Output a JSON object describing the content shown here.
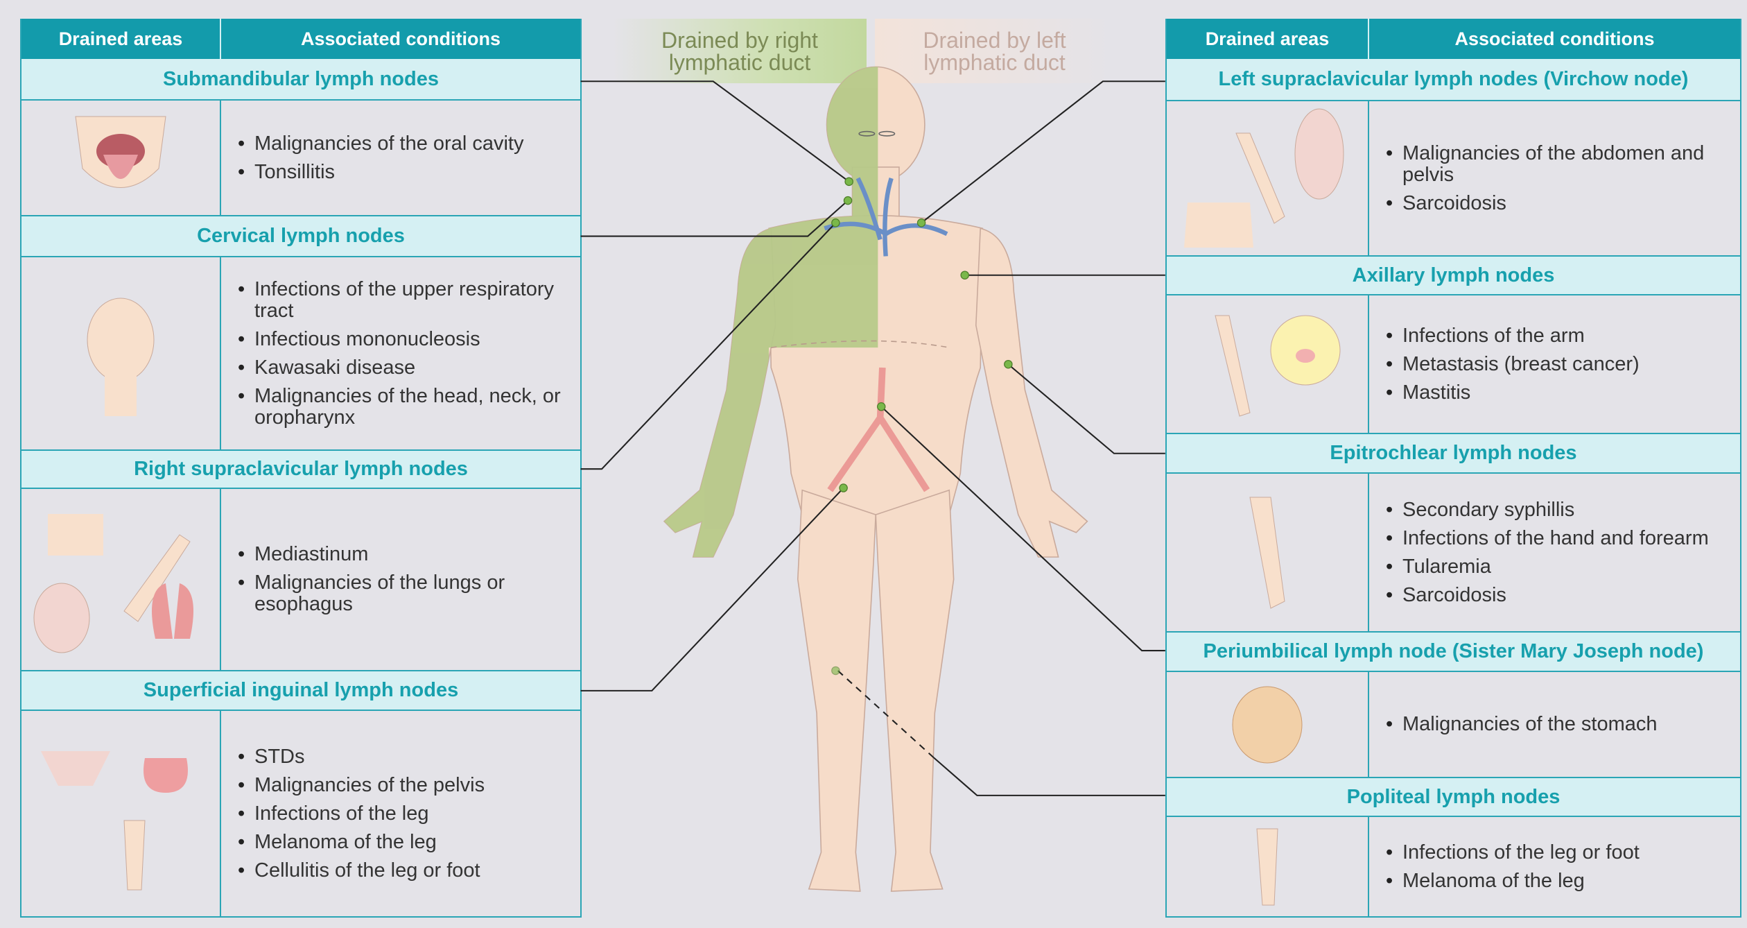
{
  "colors": {
    "header": "#139bab",
    "subheader_bg": "#d5f0f3",
    "subheader_text": "#17a0ad",
    "border": "#2aa5b5",
    "right_duct": "#b7c98a",
    "left_duct": "#f6dcc9",
    "node": "#7ab84a"
  },
  "legend": {
    "right_duct": "Drained by right lymphatic duct",
    "left_duct": "Drained by left lymphatic duct"
  },
  "left_table": {
    "col_areas": "Drained areas",
    "col_conditions": "Associated conditions",
    "sections": [
      {
        "title": "Submandibular lymph nodes",
        "illustration": "open-mouth-illustration",
        "conditions": [
          "Malignancies of the oral cavity",
          "Tonsillitis"
        ]
      },
      {
        "title": "Cervical lymph nodes",
        "illustration": "head-illustration",
        "conditions": [
          "Infections of the upper respiratory tract",
          "Infectious mononucleosis",
          "Kawasaki disease",
          "Malignancies of the head, neck, or oropharynx"
        ]
      },
      {
        "title": "Right supraclavicular lymph nodes",
        "illustration": "lungs-arm-illustration",
        "conditions": [
          "Mediastinum",
          "Malignancies of the lungs or esophagus"
        ]
      },
      {
        "title": "Superficial inguinal lymph nodes",
        "illustration": "pelvis-leg-illustration",
        "conditions": [
          "STDs",
          "Malignancies of the pelvis",
          "Infections of the leg",
          "Melanoma of the leg",
          "Cellulitis of the leg or foot"
        ]
      }
    ]
  },
  "right_table": {
    "col_areas": "Drained areas",
    "col_conditions": "Associated conditions",
    "sections": [
      {
        "title": "Left supraclavicular lymph nodes (Virchow node)",
        "illustration": "abdomen-arm-ribcage-illustration",
        "conditions": [
          "Malignancies of the abdomen and pelvis",
          "Sarcoidosis"
        ]
      },
      {
        "title": "Axillary lymph nodes",
        "illustration": "arm-breast-illustration",
        "conditions": [
          "Infections of the arm",
          "Metastasis (breast cancer)",
          "Mastitis"
        ]
      },
      {
        "title": "Epitrochlear lymph nodes",
        "illustration": "forearm-hand-illustration",
        "conditions": [
          "Secondary syphillis",
          "Infections of the hand and forearm",
          "Tularemia",
          "Sarcoidosis"
        ]
      },
      {
        "title": "Periumbilical lymph node (Sister Mary Joseph node)",
        "illustration": "intestines-illustration",
        "conditions": [
          "Malignancies of the stomach"
        ]
      },
      {
        "title": "Popliteal lymph nodes",
        "illustration": "lower-leg-illustration",
        "conditions": [
          "Infections of the leg or foot",
          "Melanoma of the leg"
        ]
      }
    ]
  }
}
